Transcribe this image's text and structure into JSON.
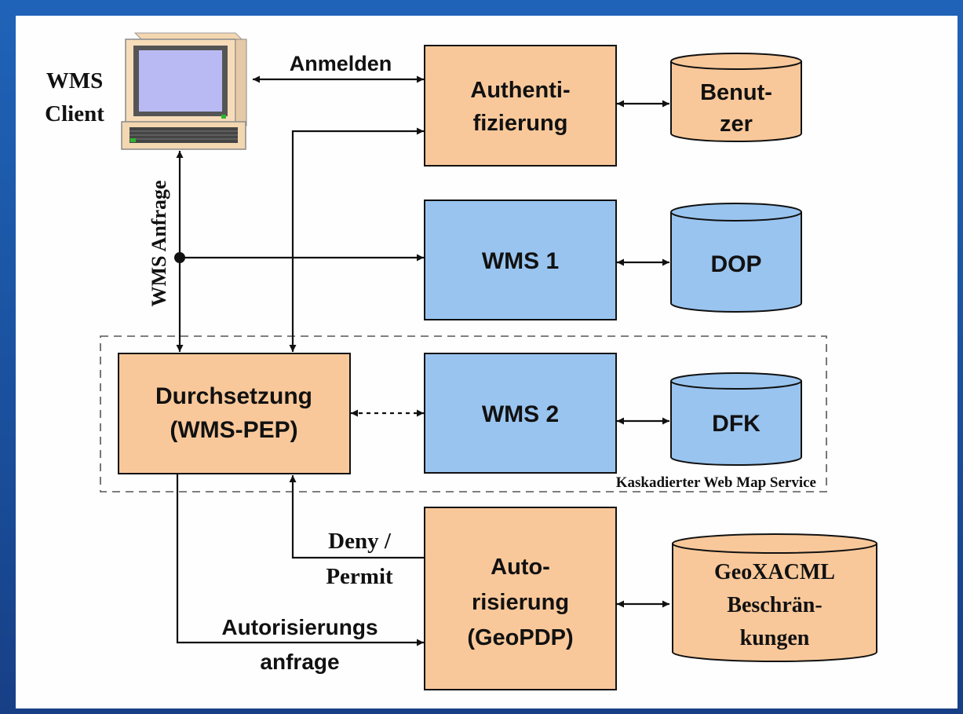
{
  "client": {
    "label_line1": "WMS",
    "label_line2": "Client"
  },
  "edges": {
    "anmelden": "Anmelden",
    "wms_anfrage": "WMS Anfrage",
    "deny_permit_line1": "Deny /",
    "deny_permit_line2": "Permit",
    "autorisierungs_line1": "Autorisierungs",
    "autorisierungs_line2": "anfrage"
  },
  "nodes": {
    "authentifizierung": {
      "line1": "Authenti-",
      "line2": "fizierung"
    },
    "benutzer": {
      "line1": "Benut-",
      "line2": "zer"
    },
    "wms1": {
      "label": "WMS 1"
    },
    "dop": {
      "label": "DOP"
    },
    "durchsetzung": {
      "line1": "Durchsetzung",
      "line2": "(WMS-PEP)"
    },
    "wms2": {
      "label": "WMS 2"
    },
    "dfk": {
      "label": "DFK"
    },
    "autorisierung": {
      "line1": "Auto-",
      "line2": "risierung",
      "line3": "(GeoPDP)"
    },
    "geoxacml": {
      "line1": "GeoXACML",
      "line2": "Beschrän-",
      "line3": "kungen"
    }
  },
  "group": {
    "label": "Kaskadierter Web Map Service"
  },
  "colors": {
    "orange": "#f9c89a",
    "blue": "#99c4ef",
    "background": "#1f63b8"
  }
}
